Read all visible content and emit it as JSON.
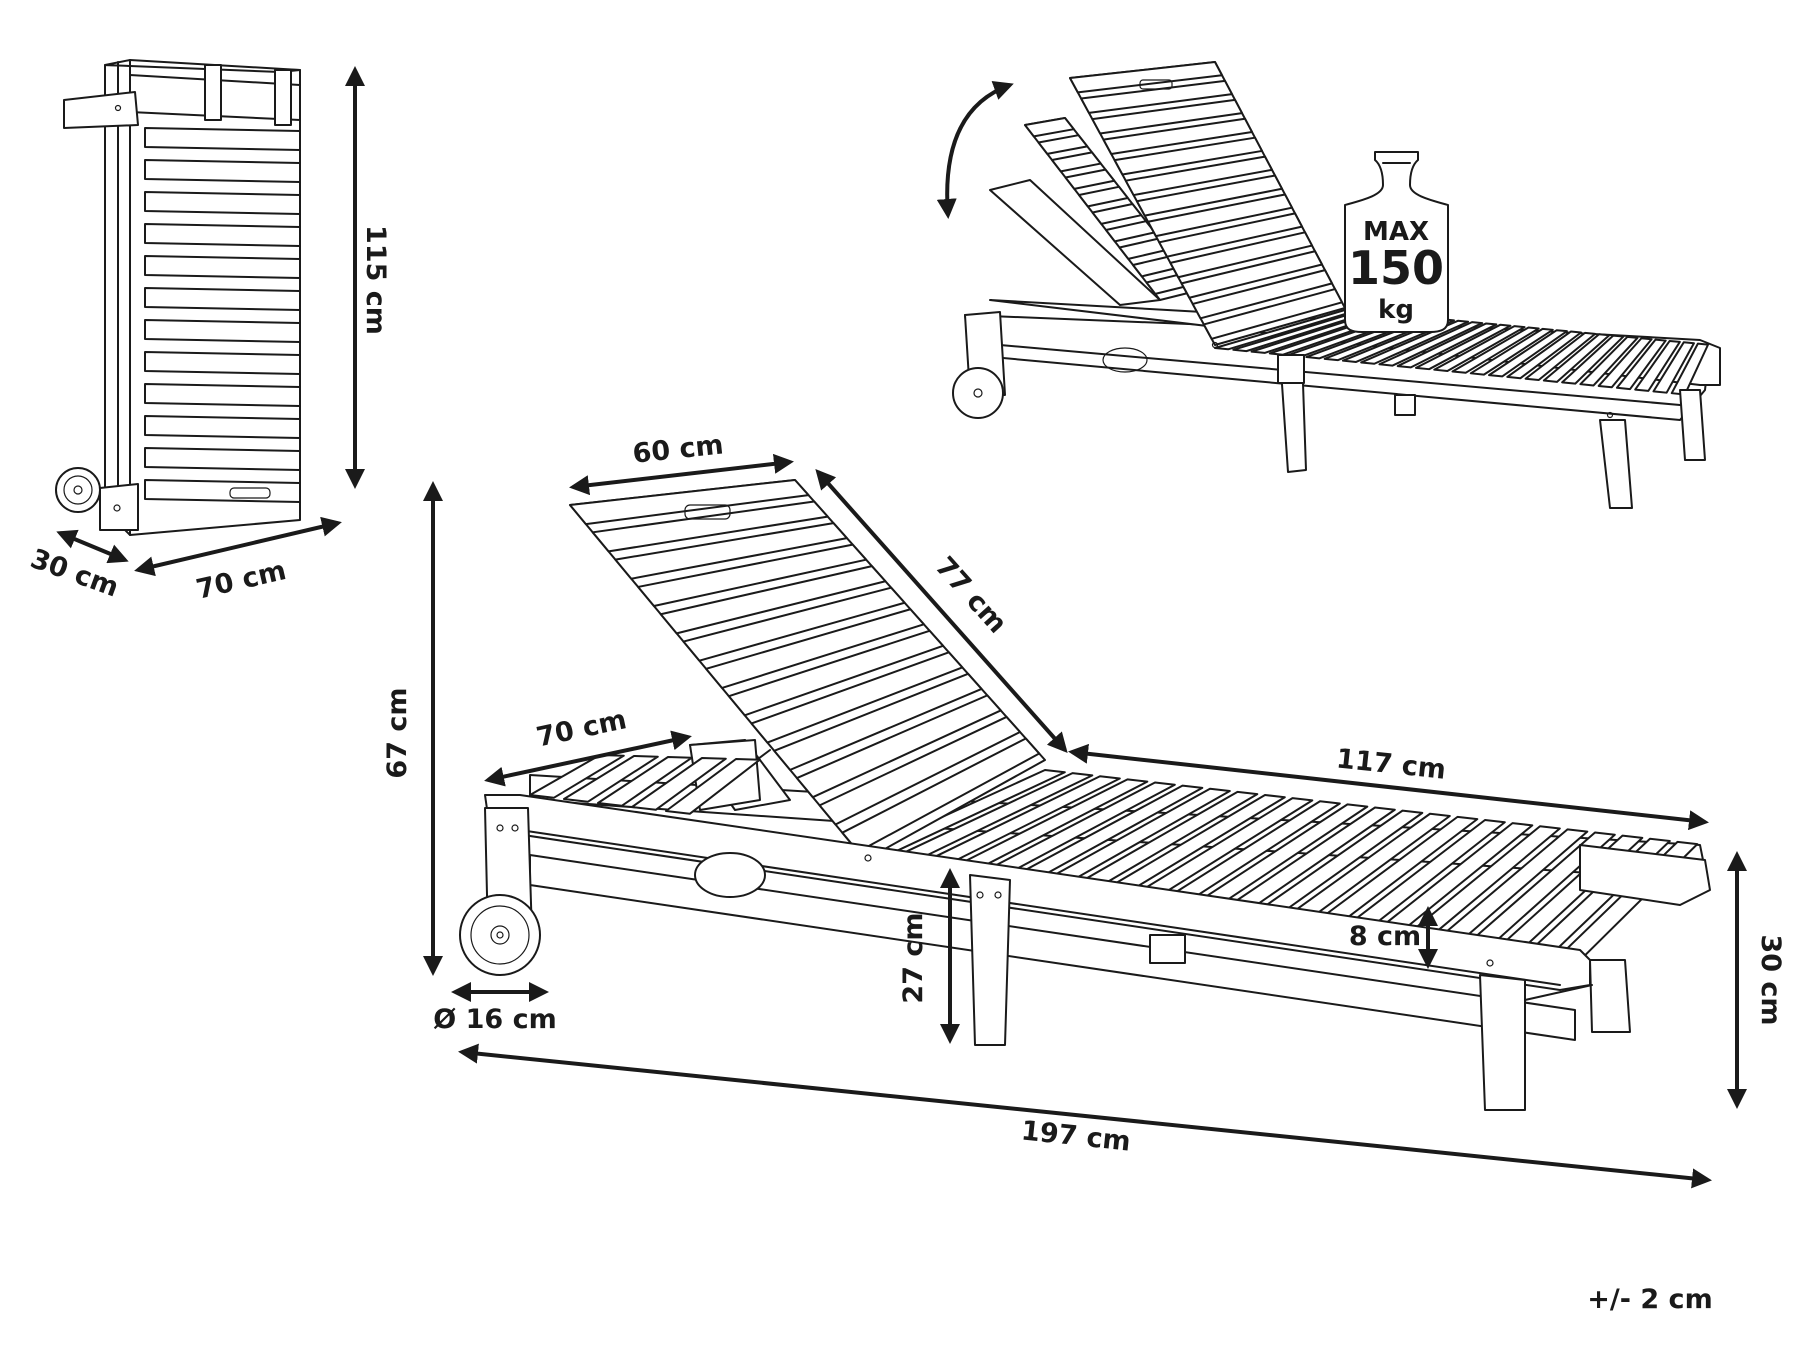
{
  "colors": {
    "ink": "#1a1a1a",
    "background": "#ffffff"
  },
  "icons": {
    "weight": "weight-bottle-icon",
    "recline": "curved-double-arrow-icon"
  },
  "folded_view": {
    "height_label": "115 cm",
    "width_label": "70 cm",
    "depth_label": "30 cm"
  },
  "reclined_view": {
    "weight_max_label": "MAX",
    "weight_value_label": "150",
    "weight_unit_label": "kg"
  },
  "main_view": {
    "backrest_width_label": "60 cm",
    "backrest_length_label": "77 cm",
    "frame_width_label": "70 cm",
    "seat_length_label": "117 cm",
    "back_height_label": "67 cm",
    "seat_height_label": "27 cm",
    "frame_thickness_label": "8 cm",
    "total_height_label": "30 cm",
    "wheel_diameter_label": "Ø 16 cm",
    "total_length_label": "197 cm"
  },
  "tolerance_label": "+/- 2 cm"
}
